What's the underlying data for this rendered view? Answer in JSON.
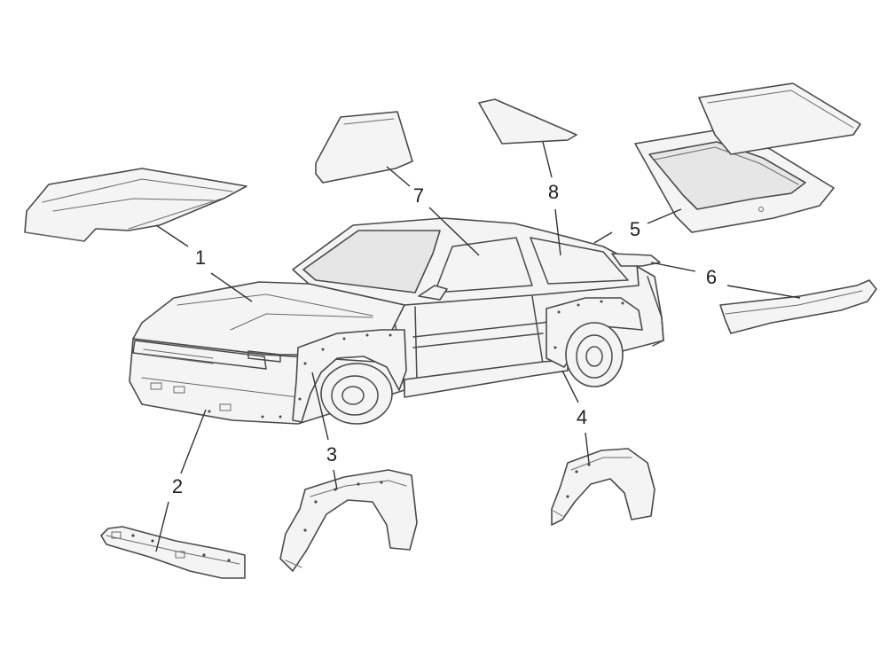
{
  "callouts": [
    {
      "id": "1",
      "label": "1",
      "part": "hood-panel"
    },
    {
      "id": "2",
      "label": "2",
      "part": "front-lip-spoiler"
    },
    {
      "id": "3",
      "label": "3",
      "part": "front-fender-flare"
    },
    {
      "id": "4",
      "label": "4",
      "part": "rear-fender-flare"
    },
    {
      "id": "5",
      "label": "5",
      "part": "rear-hatch"
    },
    {
      "id": "6",
      "label": "6",
      "part": "rear-spoiler"
    },
    {
      "id": "7",
      "label": "7",
      "part": "door-window"
    },
    {
      "id": "8",
      "label": "8",
      "part": "quarter-window"
    }
  ]
}
